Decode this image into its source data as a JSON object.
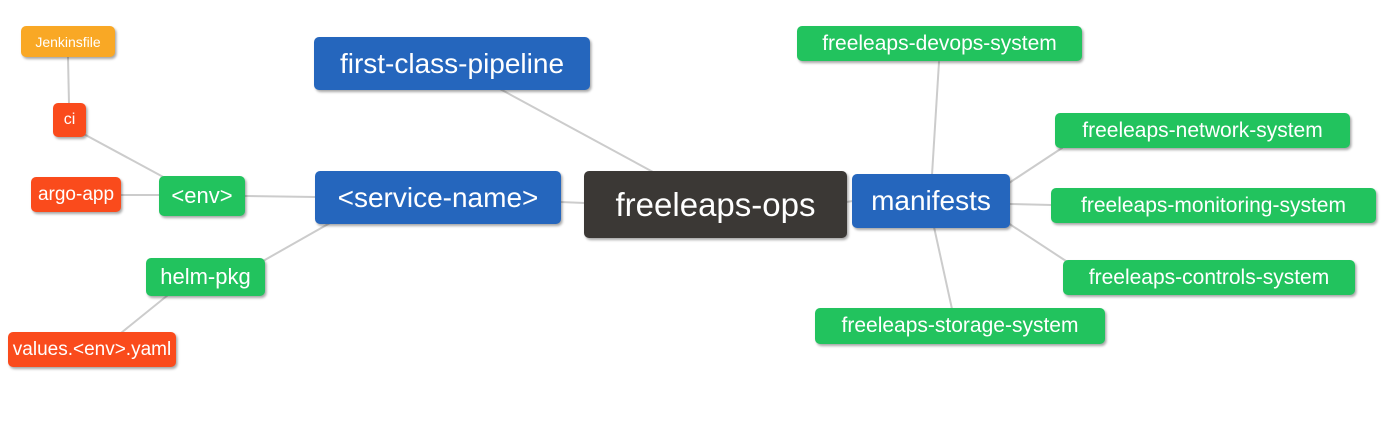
{
  "diagram": {
    "type": "mindmap",
    "root_label": "freeleaps-ops"
  },
  "palette": {
    "root_bg": "#3B3835",
    "primary_bg": "#2566BD",
    "success_bg": "#22C35E",
    "danger_bg": "#FA4B1C",
    "warning_bg": "#F9A825",
    "edge_color": "#CCCCCC",
    "text_color": "#FFFFFF"
  },
  "nodes": [
    {
      "id": "jenkinsfile",
      "label": "Jenkinsfile",
      "color": "#F9A825"
    },
    {
      "id": "ci",
      "label": "ci",
      "color": "#FA4B1C"
    },
    {
      "id": "argo-app",
      "label": "argo-app",
      "color": "#FA4B1C"
    },
    {
      "id": "env",
      "label": "<env>",
      "color": "#22C35E"
    },
    {
      "id": "helm-pkg",
      "label": "helm-pkg",
      "color": "#22C35E"
    },
    {
      "id": "values-env-yaml",
      "label": "values.<env>.yaml",
      "color": "#FA4B1C"
    },
    {
      "id": "first-class-pipeline",
      "label": "first-class-pipeline",
      "color": "#2566BD"
    },
    {
      "id": "service-name",
      "label": "<service-name>",
      "color": "#2566BD"
    },
    {
      "id": "freeleaps-ops",
      "label": "freeleaps-ops",
      "color": "#3B3835"
    },
    {
      "id": "manifests",
      "label": "manifests",
      "color": "#2566BD"
    },
    {
      "id": "freeleaps-devops-system",
      "label": "freeleaps-devops-system",
      "color": "#22C35E"
    },
    {
      "id": "freeleaps-network-system",
      "label": "freeleaps-network-system",
      "color": "#22C35E"
    },
    {
      "id": "freeleaps-monitoring-system",
      "label": "freeleaps-monitoring-system",
      "color": "#22C35E"
    },
    {
      "id": "freeleaps-controls-system",
      "label": "freeleaps-controls-system",
      "color": "#22C35E"
    },
    {
      "id": "freeleaps-storage-system",
      "label": "freeleaps-storage-system",
      "color": "#22C35E"
    }
  ],
  "edges": [
    [
      "jenkinsfile",
      "ci"
    ],
    [
      "ci",
      "env"
    ],
    [
      "argo-app",
      "env"
    ],
    [
      "env",
      "service-name"
    ],
    [
      "helm-pkg",
      "service-name"
    ],
    [
      "values-env-yaml",
      "helm-pkg"
    ],
    [
      "first-class-pipeline",
      "freeleaps-ops"
    ],
    [
      "service-name",
      "freeleaps-ops"
    ],
    [
      "freeleaps-ops",
      "manifests"
    ],
    [
      "manifests",
      "freeleaps-devops-system"
    ],
    [
      "manifests",
      "freeleaps-network-system"
    ],
    [
      "manifests",
      "freeleaps-monitoring-system"
    ],
    [
      "manifests",
      "freeleaps-controls-system"
    ],
    [
      "manifests",
      "freeleaps-storage-system"
    ]
  ]
}
